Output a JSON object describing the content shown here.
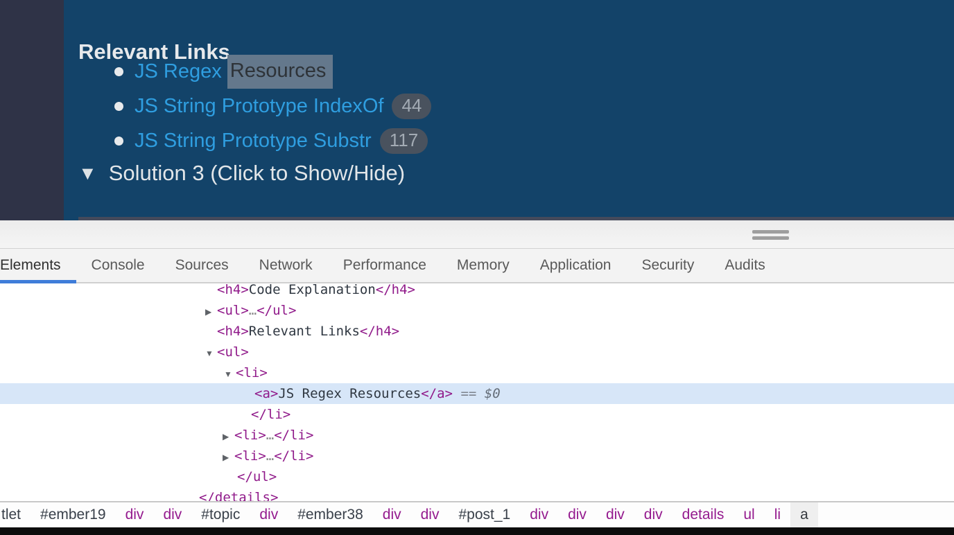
{
  "colors": {
    "page_bg": "#134369",
    "sidebar_bg": "#2f3347",
    "link_blue": "#2f9ee0",
    "selection_bg": "#64788c",
    "selection_text": "#2e3338",
    "badge_bg": "#49525e",
    "badge_text": "#a3abb4",
    "heading_text": "#e7e9ec",
    "tab_underline": "#3f7dd9",
    "dom_tag_purple": "#901a8a",
    "dom_text": "#2f3741",
    "dom_highlight_row": "#d7e6f8",
    "devtools_bar_bg": "#f3f3f3"
  },
  "page": {
    "heading": "Relevant Links",
    "links": [
      {
        "text": "JS Regex ",
        "selected_text": "Resources",
        "badge": ""
      },
      {
        "text": "JS String Prototype IndexOf",
        "selected_text": "",
        "badge": "44"
      },
      {
        "text": "JS String Prototype Substr",
        "selected_text": "",
        "badge": "117"
      }
    ],
    "solution_toggle": {
      "marker": "▼",
      "label": "Solution 3 (Click to Show/Hide)"
    }
  },
  "devtools": {
    "drag_handle": "drag-to-resize",
    "tabs": [
      {
        "label": "Elements",
        "selected": true
      },
      {
        "label": "Console",
        "selected": false
      },
      {
        "label": "Sources",
        "selected": false
      },
      {
        "label": "Network",
        "selected": false
      },
      {
        "label": "Performance",
        "selected": false
      },
      {
        "label": "Memory",
        "selected": false
      },
      {
        "label": "Application",
        "selected": false
      },
      {
        "label": "Security",
        "selected": false
      },
      {
        "label": "Audits",
        "selected": false
      }
    ],
    "dom_tree_rows": [
      {
        "indent": 313,
        "arrow": "",
        "highlighted": false,
        "tokens": [
          [
            "tag",
            "<h4>"
          ],
          [
            "text",
            "Code Explanation"
          ],
          [
            "tag",
            "</h4>"
          ]
        ]
      },
      {
        "indent": 313,
        "arrow": "right",
        "highlighted": false,
        "tokens": [
          [
            "tag",
            "<ul>"
          ],
          [
            "dots",
            "…"
          ],
          [
            "tag",
            "</ul>"
          ]
        ]
      },
      {
        "indent": 313,
        "arrow": "",
        "highlighted": false,
        "tokens": [
          [
            "tag",
            "<h4>"
          ],
          [
            "text",
            "Relevant Links"
          ],
          [
            "tag",
            "</h4>"
          ]
        ]
      },
      {
        "indent": 313,
        "arrow": "down",
        "highlighted": false,
        "tokens": [
          [
            "tag",
            "<ul>"
          ]
        ]
      },
      {
        "indent": 340,
        "arrow": "down",
        "highlighted": false,
        "tokens": [
          [
            "tag",
            "<li>"
          ]
        ]
      },
      {
        "indent": 367,
        "arrow": "",
        "highlighted": true,
        "tokens": [
          [
            "tag",
            "<a>"
          ],
          [
            "text",
            "JS Regex Resources"
          ],
          [
            "tag",
            "</a>"
          ],
          [
            "eq",
            " == "
          ],
          [
            "dollar",
            "$0"
          ]
        ]
      },
      {
        "indent": 362,
        "arrow": "",
        "highlighted": false,
        "tokens": [
          [
            "tag",
            "</li>"
          ]
        ]
      },
      {
        "indent": 338,
        "arrow": "right",
        "highlighted": false,
        "tokens": [
          [
            "tag",
            "<li>"
          ],
          [
            "dots",
            "…"
          ],
          [
            "tag",
            "</li>"
          ]
        ]
      },
      {
        "indent": 338,
        "arrow": "right",
        "highlighted": false,
        "tokens": [
          [
            "tag",
            "<li>"
          ],
          [
            "dots",
            "…"
          ],
          [
            "tag",
            "</li>"
          ]
        ]
      },
      {
        "indent": 342,
        "arrow": "",
        "highlighted": false,
        "tokens": [
          [
            "tag",
            "</ul>"
          ]
        ]
      },
      {
        "indent": 287,
        "arrow": "",
        "highlighted": false,
        "tokens": [
          [
            "tag",
            "</details>"
          ]
        ]
      }
    ],
    "breadcrumbs": [
      {
        "label": "tlet",
        "kind": "id"
      },
      {
        "label": "#ember19",
        "kind": "id"
      },
      {
        "label": "div",
        "kind": "tag"
      },
      {
        "label": "div",
        "kind": "tag"
      },
      {
        "label": "#topic",
        "kind": "id"
      },
      {
        "label": "div",
        "kind": "tag"
      },
      {
        "label": "#ember38",
        "kind": "id"
      },
      {
        "label": "div",
        "kind": "tag"
      },
      {
        "label": "div",
        "kind": "tag"
      },
      {
        "label": "#post_1",
        "kind": "id"
      },
      {
        "label": "div",
        "kind": "tag"
      },
      {
        "label": "div",
        "kind": "tag"
      },
      {
        "label": "div",
        "kind": "tag"
      },
      {
        "label": "div",
        "kind": "tag"
      },
      {
        "label": "details",
        "kind": "tag"
      },
      {
        "label": "ul",
        "kind": "tag"
      },
      {
        "label": "li",
        "kind": "tag"
      },
      {
        "label": "a",
        "kind": "selected"
      }
    ]
  }
}
